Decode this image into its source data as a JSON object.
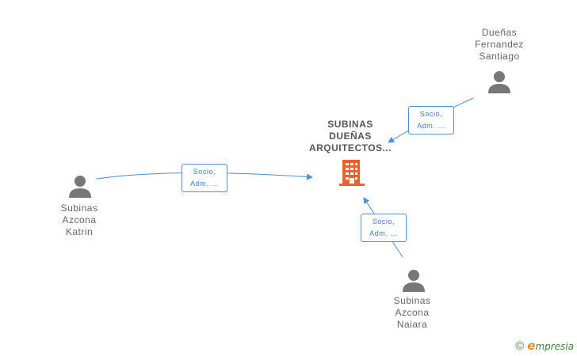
{
  "company": {
    "name_lines": [
      "SUBINAS",
      "DUEÑAS",
      "ARQUITECTOS..."
    ],
    "icon": "building-icon",
    "color": "#e8622c"
  },
  "persons": [
    {
      "id": "duenas-fernandez-santiago",
      "name_lines": [
        "Dueñas",
        "Fernandez",
        "Santiago"
      ],
      "icon": "person-icon"
    },
    {
      "id": "subinas-azcona-katrin",
      "name_lines": [
        "Subinas",
        "Azcona",
        "Katrin"
      ],
      "icon": "person-icon"
    },
    {
      "id": "subinas-azcona-naiara",
      "name_lines": [
        "Subinas",
        "Azcona",
        "Naiara"
      ],
      "icon": "person-icon"
    }
  ],
  "relations": [
    {
      "from": "duenas-fernandez-santiago",
      "label_lines": [
        "Socio,",
        "Adm. ..."
      ]
    },
    {
      "from": "subinas-azcona-katrin",
      "label_lines": [
        "Socio,",
        "Adm. ..."
      ]
    },
    {
      "from": "subinas-azcona-naiara",
      "label_lines": [
        "Socio,",
        "Adm. ..."
      ]
    }
  ],
  "colors": {
    "edge": "#4a90d9",
    "person": "#777777",
    "text": "#666666"
  },
  "footer": {
    "copyright": "©",
    "brand_initial": "e",
    "brand_rest": "mpresia"
  }
}
